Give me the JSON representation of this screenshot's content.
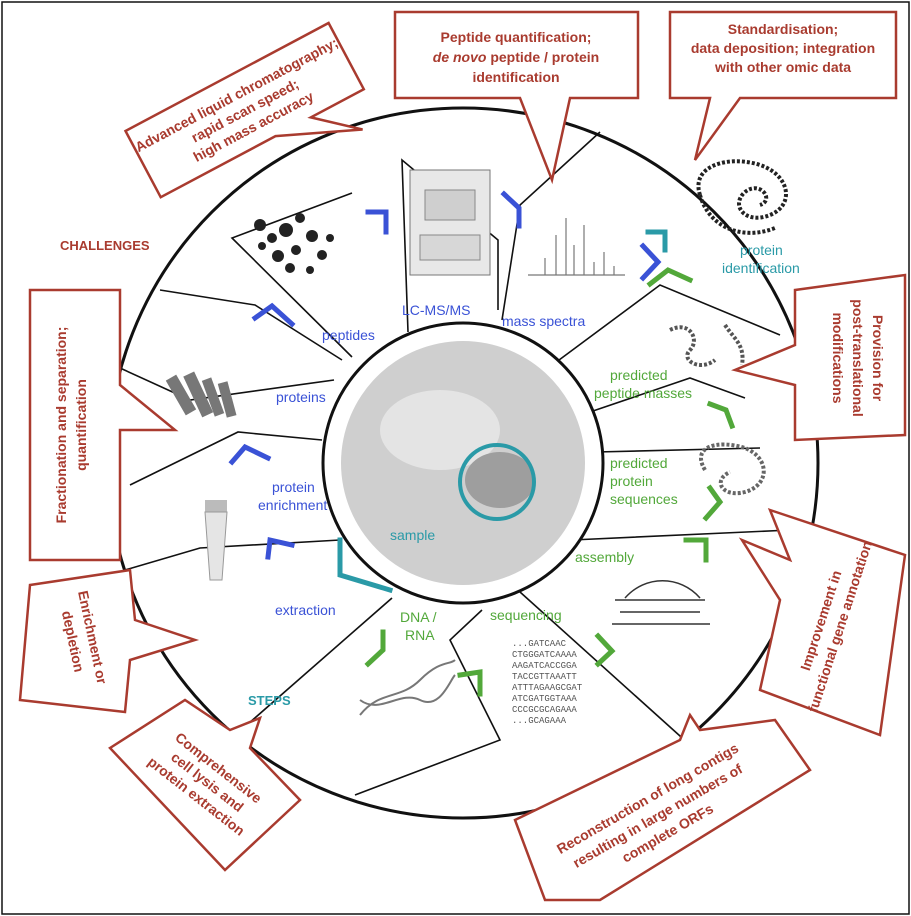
{
  "colors": {
    "challenge": "#a93b2f",
    "protein_steps": "#3a52d6",
    "genomic_steps": "#52a83a",
    "sample": "#2a9aa7",
    "outline": "#111111"
  },
  "header": {
    "challenges_label": "CHALLENGES",
    "steps_label": "STEPS"
  },
  "challenges": {
    "lc": [
      "Advanced liquid chromatography;",
      "rapid scan speed;",
      "high mass accuracy"
    ],
    "peptide_quant": {
      "line1": "Peptide quantification;",
      "line2_italic": "de novo",
      "line2_rest": " peptide / protein",
      "line3": "identification"
    },
    "standardisation": [
      "Standardisation;",
      "data deposition; integration",
      "with other omic data"
    ],
    "ptm": [
      "Provision for",
      "post-translational",
      "modifications"
    ],
    "annotation": [
      "Improvement in",
      "functional gene annotation"
    ],
    "contigs": [
      "Reconstruction of long contigs",
      "resulting in large numbers of",
      "complete ORFs"
    ],
    "lysis": [
      "Comprehensive",
      "cell lysis and",
      "protein extraction"
    ],
    "enrichment": [
      "Enrichment or",
      "depletion"
    ],
    "fractionation": [
      "Fractionation and separation;",
      "quantification"
    ]
  },
  "steps": {
    "sample": "sample",
    "extraction": "extraction",
    "protein_enrichment": [
      "protein",
      "enrichment"
    ],
    "proteins": "proteins",
    "peptides": "peptides",
    "lcms": "LC-MS/MS",
    "mass_spectra": "mass spectra",
    "protein_identification": [
      "protein",
      "identification"
    ],
    "predicted_peptide_masses": [
      "predicted",
      "peptide masses"
    ],
    "predicted_protein_sequences": [
      "predicted",
      "protein",
      "sequences"
    ],
    "assembly": "assembly",
    "sequencing": "sequencing",
    "dna_rna": [
      "DNA /",
      "RNA"
    ]
  },
  "sequence_text": [
    "...GATCAAC",
    "CTGGGATCAAAA",
    "AAGATCACCGGA",
    "TACCGTTAAATT",
    "ATTTAGAAGCGAT",
    "ATCGATGGTAAA",
    "CCCGCGCAGAAA",
    "...GCAGAAA"
  ]
}
